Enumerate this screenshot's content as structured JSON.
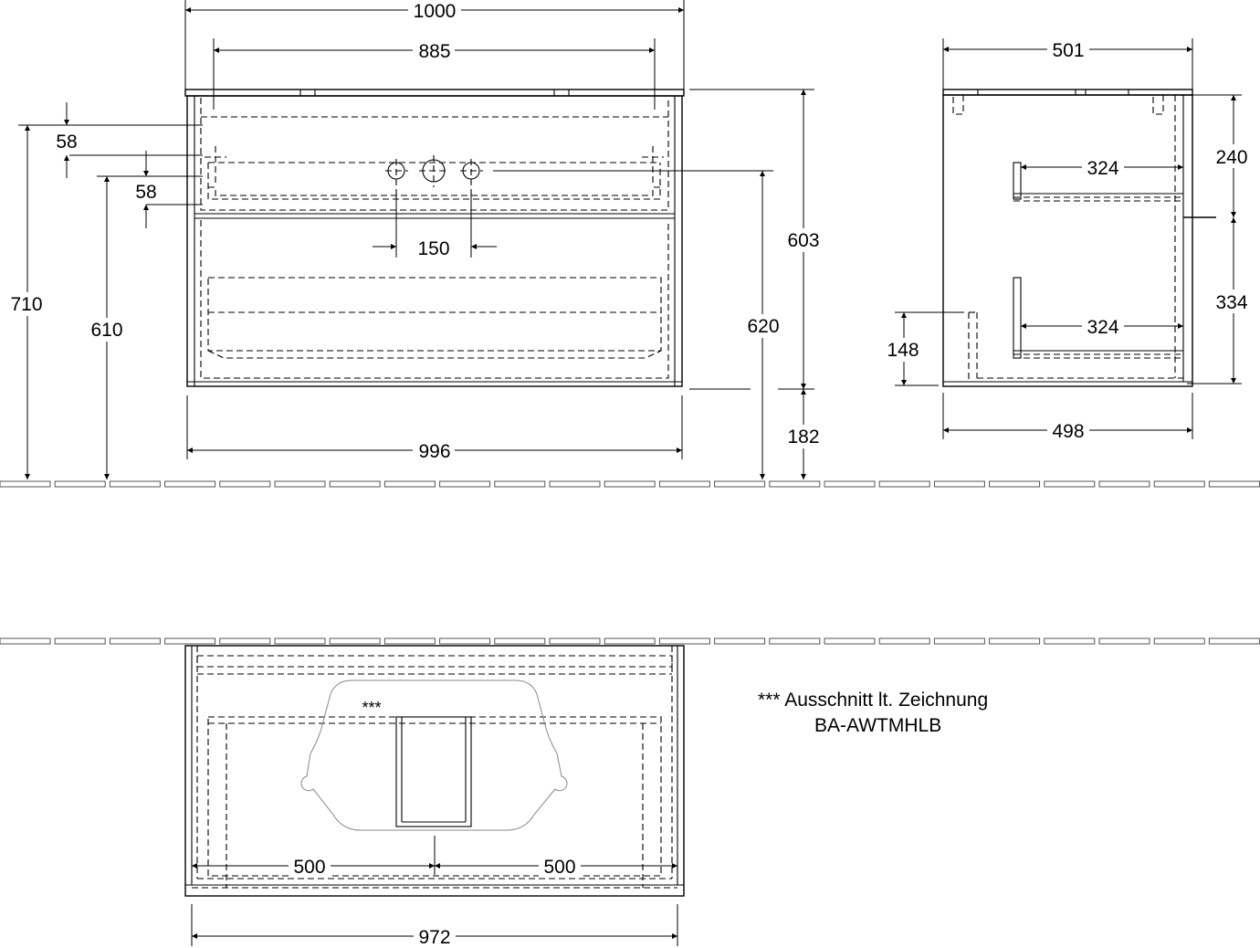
{
  "front_view": {
    "dim_overall_width": "1000",
    "dim_top_inner_width": "885",
    "dim_bottom_width": "996",
    "dim_drawer_height": "58",
    "dim_drawer_offset": "58",
    "dim_tap_spacing": "150",
    "dim_total_height": "710",
    "dim_drawer_base_height": "610",
    "dim_tap_height": "620",
    "dim_body_height": "603",
    "dim_floor_clearance": "182"
  },
  "side_view": {
    "dim_top_depth": "501",
    "dim_bottom_depth": "498",
    "dim_upper_drawer_depth": "324",
    "dim_lower_drawer_depth": "324",
    "dim_upper_height": "240",
    "dim_lower_height": "334",
    "dim_siphon_height": "148"
  },
  "top_view": {
    "cutout_marker": "***",
    "dim_left_half": "500",
    "dim_right_half": "500",
    "dim_overall_width": "972"
  },
  "notes": {
    "cutout_note_line1": "*** Ausschnitt lt. Zeichnung",
    "cutout_note_line2": "BA-AWTMHLB"
  }
}
